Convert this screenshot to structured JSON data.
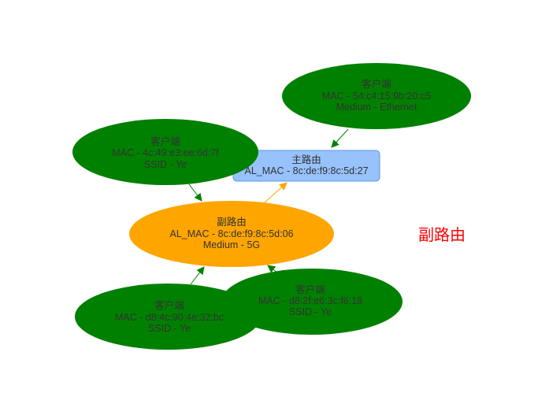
{
  "colors": {
    "client": "#008000",
    "main_router_fill": "#97c2fc",
    "main_router_border": "#5b9be6",
    "sub_router": "#ffa500",
    "legend": "#ff0000"
  },
  "nodes": {
    "client_ethernet": {
      "title": "客户端",
      "mac": "MAC - 54:c4:15:9b:20:c5",
      "extra": "Medium - Ethernet"
    },
    "main_router": {
      "title": "主路由",
      "mac": "AL_MAC - 8c:de:f9:8c:5d:27"
    },
    "client_left": {
      "title": "客户端",
      "mac": "MAC - 4c:49:e3:ee:6d:7f",
      "extra": "SSID - Ye"
    },
    "sub_router": {
      "title": "副路由",
      "mac": "AL_MAC - 8c:de:f9:8c:5d:06",
      "extra": "Medium - 5G"
    },
    "client_bottom_left": {
      "title": "客户端",
      "mac": "MAC - d8:4c:90:4e:32:bc",
      "extra": "SSID - Ye"
    },
    "client_bottom_right": {
      "title": "客户端",
      "mac": "MAC - d8:2f:e6:3c:f6:18",
      "extra": "SSID - Ye"
    }
  },
  "legend_label": "副路由"
}
